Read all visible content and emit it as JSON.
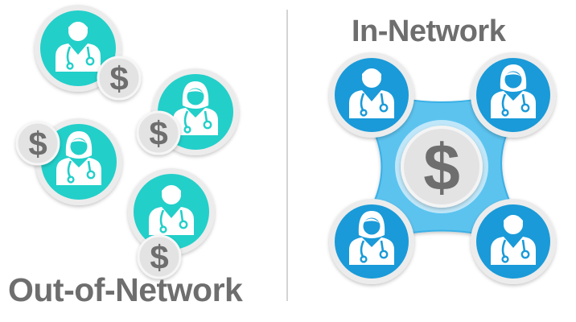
{
  "left_panel": {
    "title": "Out-of-Network",
    "doctors": [
      {
        "role": "male-doctor",
        "cost_symbol": "$"
      },
      {
        "role": "female-doctor",
        "cost_symbol": "$"
      },
      {
        "role": "female-doctor",
        "cost_symbol": "$"
      },
      {
        "role": "male-doctor",
        "cost_symbol": "$"
      }
    ]
  },
  "right_panel": {
    "title": "In-Network",
    "center_symbol": "$",
    "doctors": [
      {
        "role": "male-doctor"
      },
      {
        "role": "female-doctor"
      },
      {
        "role": "female-doctor"
      },
      {
        "role": "male-doctor"
      }
    ]
  },
  "colors": {
    "out_network_teal": "#23cfc9",
    "in_network_blue": "#1a9ad8",
    "hub_light_blue": "#5cc3ef",
    "coin_gray": "#e3e3e3",
    "text_gray": "#6e6e6e"
  }
}
